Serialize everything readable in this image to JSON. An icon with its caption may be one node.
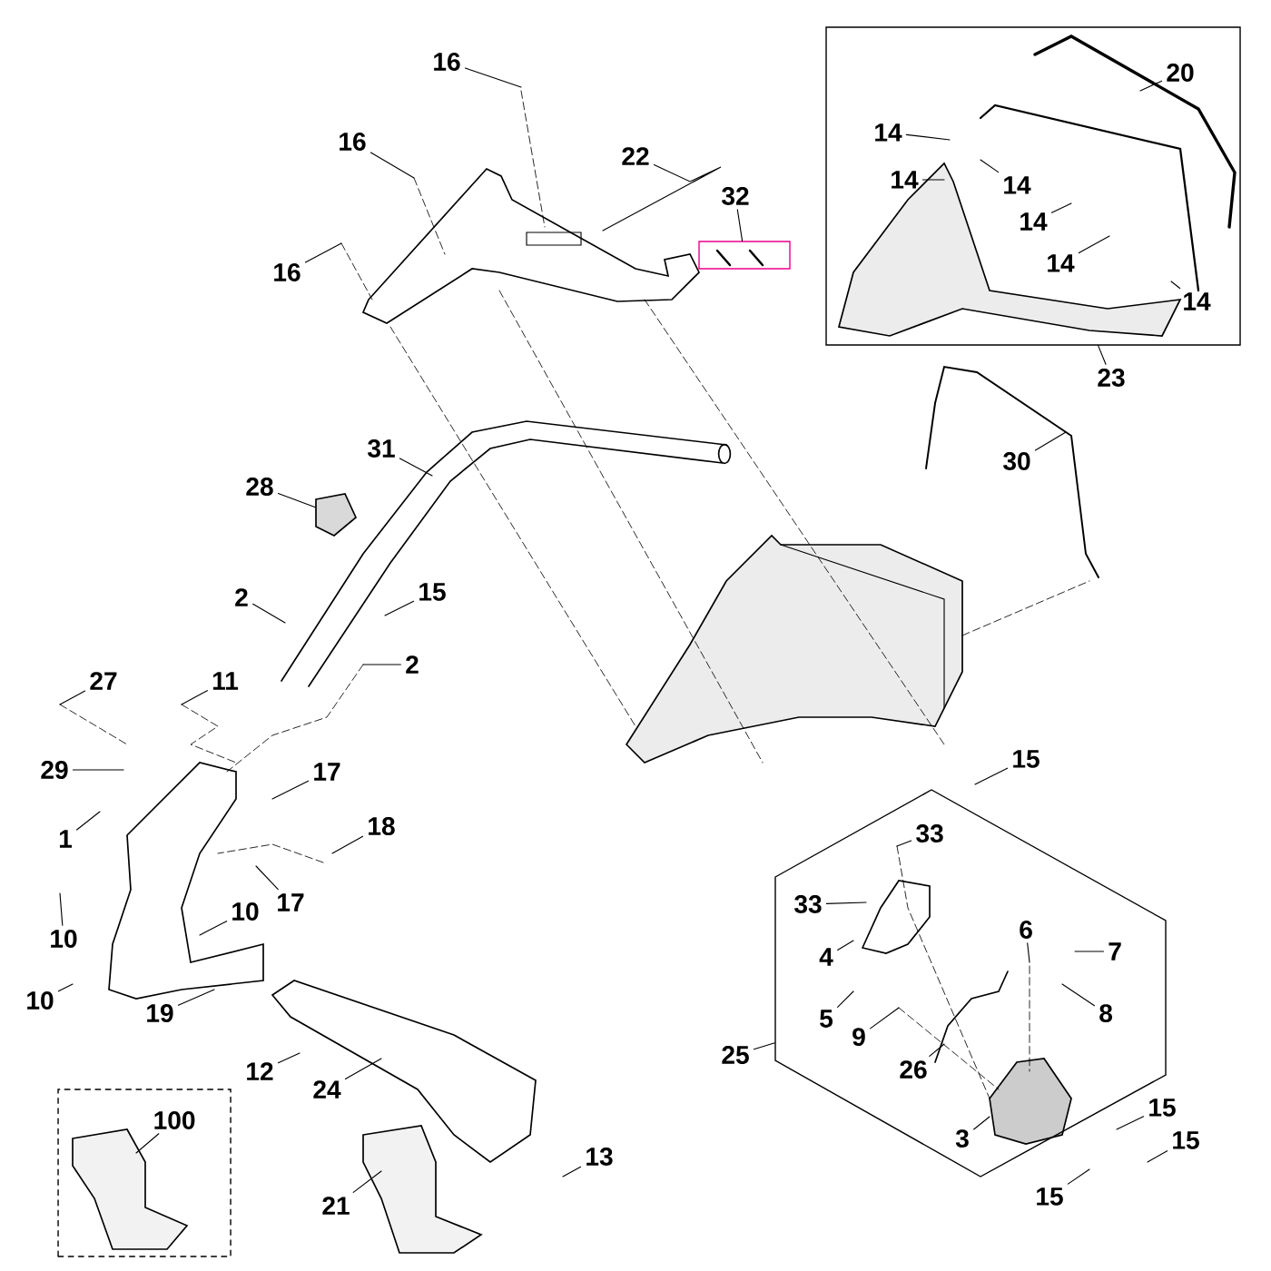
{
  "diagram": {
    "nodes": [
      {
        "text": [],
        "shape": "box"
      },
      {
        "text": [
          "20"
        ],
        "in": 0
      },
      {
        "text": [
          "14"
        ],
        "in": 0
      },
      {
        "text": [
          "14"
        ],
        "in": 0
      },
      {
        "text": [
          "14"
        ],
        "in": 0
      },
      {
        "text": [
          "14"
        ],
        "in": 0
      },
      {
        "text": [
          "14"
        ],
        "in": 0
      },
      {
        "text": [
          "14"
        ],
        "in": 0
      },
      {
        "text": [
          "23"
        ]
      },
      {
        "text": [
          "16"
        ]
      },
      {
        "text": [
          "16"
        ]
      },
      {
        "text": [
          "22"
        ]
      },
      {
        "text": [
          "32"
        ]
      },
      {
        "text": [
          "16"
        ]
      },
      {
        "text": [
          "31"
        ]
      },
      {
        "text": [
          "30"
        ]
      },
      {
        "text": [
          "28"
        ]
      },
      {
        "text": [
          "2"
        ]
      },
      {
        "text": [
          "15"
        ]
      },
      {
        "text": [
          "2"
        ]
      },
      {
        "text": [
          "27"
        ]
      },
      {
        "text": [
          "11"
        ]
      },
      {
        "text": [
          "15"
        ]
      },
      {
        "text": [
          "17"
        ]
      },
      {
        "text": [
          "29"
        ]
      },
      {
        "text": [
          "1"
        ]
      },
      {
        "text": [
          "18"
        ]
      },
      {
        "text": [
          "17"
        ]
      },
      {
        "text": [
          "10"
        ]
      },
      {
        "text": [],
        "shape": "hexagon"
      },
      {
        "text": [
          "33"
        ],
        "in": 29
      },
      {
        "text": [
          "33"
        ],
        "in": 29
      },
      {
        "text": [
          "4"
        ],
        "in": 29
      },
      {
        "text": [
          "6"
        ],
        "in": 29
      },
      {
        "text": [
          "7"
        ],
        "in": 29
      },
      {
        "text": [
          "5"
        ],
        "in": 29
      },
      {
        "text": [
          "9"
        ],
        "in": 29
      },
      {
        "text": [
          "8"
        ],
        "in": 29
      },
      {
        "text": [
          "26"
        ],
        "in": 29
      },
      {
        "text": [
          "3"
        ],
        "in": 29
      },
      {
        "text": [
          "10"
        ]
      },
      {
        "text": [
          "10"
        ]
      },
      {
        "text": [
          "19"
        ]
      },
      {
        "text": [
          "25"
        ]
      },
      {
        "text": [
          "12"
        ]
      },
      {
        "text": [
          "24"
        ]
      },
      {
        "text": [],
        "shape": "box"
      },
      {
        "text": [
          "100"
        ],
        "in": 46
      },
      {
        "text": [
          "15"
        ]
      },
      {
        "text": [
          "15"
        ]
      },
      {
        "text": [
          "21"
        ]
      },
      {
        "text": [
          "13"
        ]
      },
      {
        "text": [
          "15"
        ]
      },
      {
        "text": [],
        "shape": "box"
      },
      {
        "text": [],
        "shape": "picture"
      }
    ],
    "edges": [
      {
        "from": 1,
        "to": null,
        "arrow": "none"
      },
      {
        "from": 2,
        "to": null,
        "arrow": "none"
      },
      {
        "from": 3,
        "to": null,
        "arrow": "none"
      },
      {
        "from": 4,
        "to": null,
        "arrow": "none"
      },
      {
        "from": 5,
        "to": null,
        "arrow": "none"
      },
      {
        "from": 6,
        "to": null,
        "arrow": "none"
      },
      {
        "from": 7,
        "to": null,
        "arrow": "none"
      },
      {
        "from": 8,
        "to": 0,
        "arrow": "none"
      },
      {
        "from": 9,
        "to": null,
        "arrow": "none"
      },
      {
        "from": 10,
        "to": null,
        "arrow": "none"
      },
      {
        "from": 11,
        "to": null,
        "arrow": "none"
      },
      {
        "from": 12,
        "to": 53,
        "arrow": "none"
      },
      {
        "from": 13,
        "to": null,
        "arrow": "none"
      },
      {
        "from": 14,
        "to": null,
        "arrow": "none"
      },
      {
        "from": 15,
        "to": null,
        "arrow": "none"
      },
      {
        "from": 16,
        "to": 54,
        "arrow": "none"
      },
      {
        "from": 17,
        "to": null,
        "arrow": "none"
      },
      {
        "from": 18,
        "to": null,
        "arrow": "none"
      },
      {
        "from": 19,
        "to": null,
        "arrow": "none"
      },
      {
        "from": 20,
        "to": null,
        "arrow": "none"
      },
      {
        "from": 21,
        "to": null,
        "arrow": "none"
      },
      {
        "from": 22,
        "to": null,
        "arrow": "none"
      },
      {
        "from": 23,
        "to": null,
        "arrow": "none"
      },
      {
        "from": 24,
        "to": null,
        "arrow": "none"
      },
      {
        "from": 25,
        "to": null,
        "arrow": "none"
      },
      {
        "from": 26,
        "to": null,
        "arrow": "none"
      },
      {
        "from": 27,
        "to": null,
        "arrow": "none"
      },
      {
        "from": 28,
        "to": null,
        "arrow": "none"
      },
      {
        "from": 30,
        "to": null,
        "arrow": "none"
      },
      {
        "from": 31,
        "to": null,
        "arrow": "none"
      },
      {
        "from": 32,
        "to": null,
        "arrow": "none"
      },
      {
        "from": 33,
        "to": null,
        "arrow": "none"
      },
      {
        "from": 34,
        "to": null,
        "arrow": "none"
      },
      {
        "from": 35,
        "to": null,
        "arrow": "none"
      },
      {
        "from": 36,
        "to": null,
        "arrow": "none"
      },
      {
        "from": 37,
        "to": null,
        "arrow": "none"
      },
      {
        "from": 38,
        "to": null,
        "arrow": "none"
      },
      {
        "from": 39,
        "to": null,
        "arrow": "none"
      },
      {
        "from": 40,
        "to": null,
        "arrow": "none"
      },
      {
        "from": 41,
        "to": null,
        "arrow": "none"
      },
      {
        "from": 42,
        "to": null,
        "arrow": "none"
      },
      {
        "from": 43,
        "to": 29,
        "arrow": "none"
      },
      {
        "from": 44,
        "to": null,
        "arrow": "none"
      },
      {
        "from": 45,
        "to": null,
        "arrow": "none"
      },
      {
        "from": 47,
        "to": null,
        "arrow": "none"
      },
      {
        "from": 48,
        "to": null,
        "arrow": "none"
      },
      {
        "from": 49,
        "to": null,
        "arrow": "none"
      },
      {
        "from": 50,
        "to": null,
        "arrow": "none"
      },
      {
        "from": 51,
        "to": null,
        "arrow": "none"
      },
      {
        "from": 52,
        "to": null,
        "arrow": "none"
      }
    ]
  }
}
